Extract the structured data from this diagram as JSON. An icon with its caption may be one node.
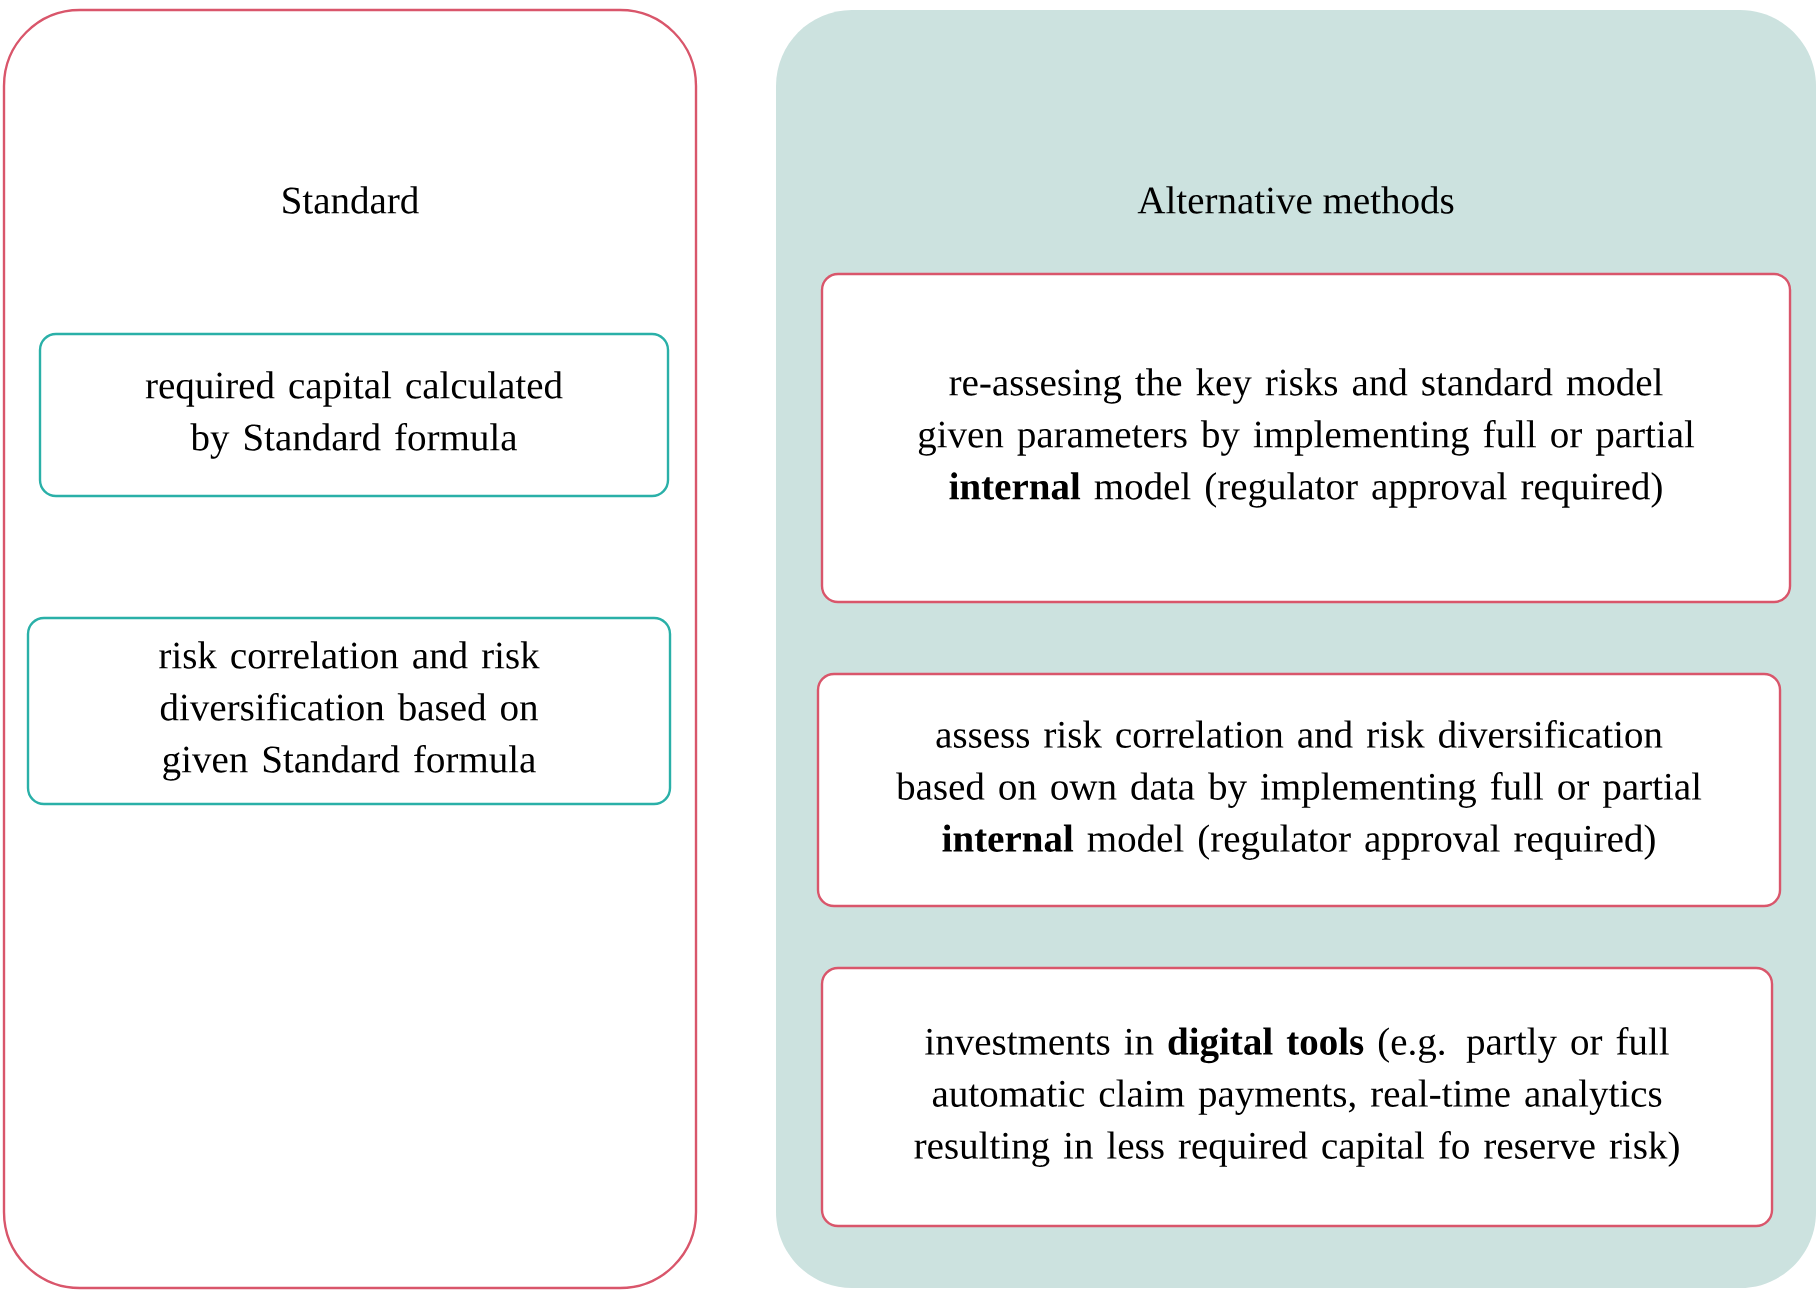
{
  "diagram": {
    "nodes": [
      {
        "text": [
          "Standard"
        ]
      },
      {
        "text": [
          "required capital calculated by Standard formula"
        ],
        "in": 0
      },
      {
        "text": [
          "risk correlation and risk diversification based on given Standard formula"
        ],
        "in": 0
      },
      {
        "text": [
          "Alternative methods"
        ]
      },
      {
        "text": [
          "re-assesing the key risks and standard model given parameters by implementing full or partial **internal** model (regulator approval required)"
        ],
        "in": 3
      },
      {
        "text": [
          "assess risk correlation and risk diversification based on own data by implementing full or partial **internal** model (regulator approval required)"
        ],
        "in": 3
      },
      {
        "text": [
          "investments in **digital tools** (e.g. partly or full automatic claim payments, real-time analytics resulting in less required capital fo reserve risk)"
        ],
        "in": 3
      }
    ]
  }
}
